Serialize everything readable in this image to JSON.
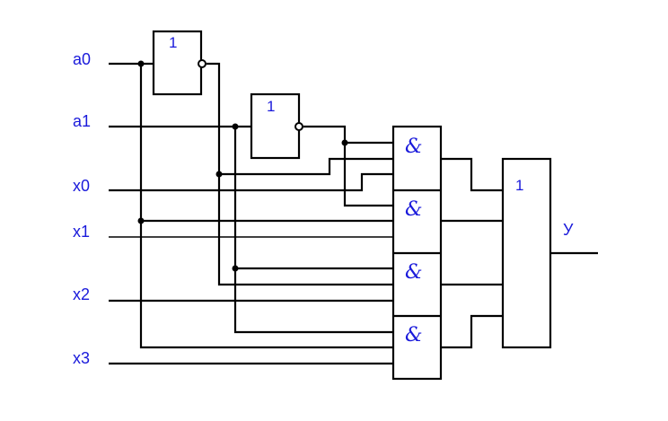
{
  "inputs": {
    "a0": "a0",
    "a1": "a1",
    "x0": "x0",
    "x1": "x1",
    "x2": "x2",
    "x3": "x3"
  },
  "output": "У",
  "gates": {
    "not1": "1",
    "not2": "1",
    "and1": "&",
    "and2": "&",
    "and3": "&",
    "and4": "&",
    "or": "1"
  },
  "colors": {
    "label": "#1a1adb",
    "wire": "#000000"
  }
}
